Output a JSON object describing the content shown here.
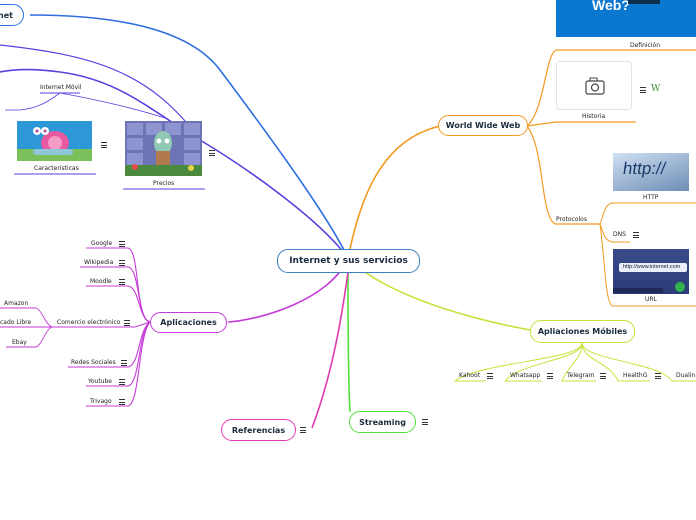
{
  "nodes": {
    "central": "Internet y sus servicios",
    "internet_partial": "net",
    "www": "World Wide Web",
    "aplicaciones": "Aplicaciones",
    "moviles": "Apliaciones Móbiles",
    "streaming": "Streaming",
    "referencias": "Referencias"
  },
  "www_children": {
    "web_banner": "Web?",
    "definicion": "Definición",
    "historia": "Historia",
    "historia_logo": "W",
    "protocolos": "Protocolos",
    "http": "HTTP",
    "http_image_text": "http://",
    "dns": "DNS",
    "url": "URL",
    "url_image_text": "http://www.internet.com"
  },
  "internet_children": {
    "internet_movil": "Internet Móvil",
    "caracteristicas": "Caracteristicas",
    "precios": "Precios"
  },
  "aplicaciones_children": {
    "google": "Google",
    "wikipedia": "Wikipedia",
    "moodle": "Moodle",
    "comercio": "Comercio electrónico",
    "amazon": "Amazon",
    "mercado_libre": "cado Libre",
    "ebay": "Ebay",
    "redes_sociales": "Redes Sociales",
    "youtube": "Youtube",
    "trivago": "Trivago"
  },
  "moviles_children": {
    "kahoot": "Kahoot",
    "whatsapp": "Whatsapp",
    "telegram": "Telegram",
    "healthg": "HealthG",
    "duolingo": "Dualin"
  },
  "icons": {
    "note": "menu-lines-icon",
    "camera": "camera-icon"
  },
  "colors": {
    "internet": "#2f6fe0",
    "internet_movil": "#5b3fe0",
    "www": "#f39a21",
    "aplicaciones": "#c43ad6",
    "moviles": "#c9e23a",
    "streaming": "#4fe03a",
    "referencias": "#e03ab0",
    "central": "#3d7fc0"
  }
}
